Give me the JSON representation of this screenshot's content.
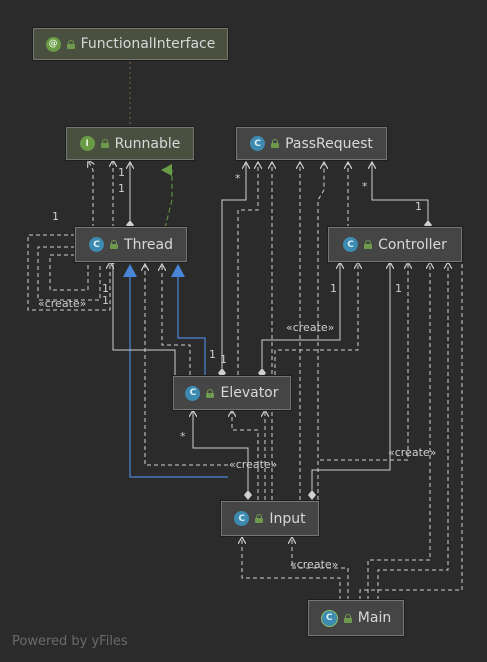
{
  "nodes": {
    "functional_interface": {
      "label": "FunctionalInterface",
      "kind": "annotation",
      "icon_letter": "@"
    },
    "runnable": {
      "label": "Runnable",
      "kind": "interface",
      "icon_letter": "I"
    },
    "pass_request": {
      "label": "PassRequest",
      "kind": "class",
      "icon_letter": "C"
    },
    "thread": {
      "label": "Thread",
      "kind": "class",
      "icon_letter": "C"
    },
    "controller": {
      "label": "Controller",
      "kind": "class",
      "icon_letter": "C"
    },
    "elevator": {
      "label": "Elevator",
      "kind": "class",
      "icon_letter": "C"
    },
    "input": {
      "label": "Input",
      "kind": "class",
      "icon_letter": "C"
    },
    "main": {
      "label": "Main",
      "kind": "class",
      "icon_letter": "C"
    }
  },
  "edge_labels": {
    "create": "«create»",
    "one": "1",
    "many": "*"
  },
  "colors": {
    "background": "#2b2b2b",
    "dependency_line": "#cfcfcf",
    "implements_line": "#6a9c47",
    "extends_line": "#4a86d8"
  },
  "footer": "Powered by yFiles"
}
